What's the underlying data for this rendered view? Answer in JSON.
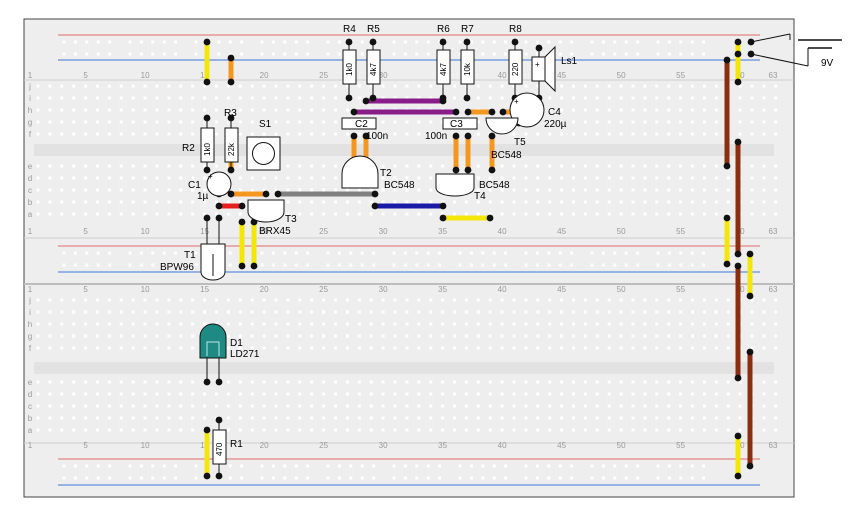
{
  "board": {
    "column_numbers": [
      "1",
      "5",
      "10",
      "15",
      "20",
      "25",
      "30",
      "35",
      "40",
      "45",
      "50",
      "55",
      "60",
      "63"
    ],
    "row_letters_top": [
      "j",
      "i",
      "h",
      "g",
      "f",
      "e",
      "d",
      "c",
      "b",
      "a"
    ],
    "row_letters_bottom": [
      "j",
      "i",
      "h",
      "g",
      "f",
      "e",
      "d",
      "c",
      "b",
      "a"
    ]
  },
  "components": {
    "r1": {
      "ref": "R1",
      "value": "470"
    },
    "r2": {
      "ref": "R2",
      "value": "1k0"
    },
    "r3": {
      "ref": "R3",
      "value": "22k"
    },
    "r4": {
      "ref": "R4",
      "value": "1k0"
    },
    "r5": {
      "ref": "R5",
      "value": "4k7"
    },
    "r6": {
      "ref": "R6",
      "value": "4k7"
    },
    "r7": {
      "ref": "R7",
      "value": "10k"
    },
    "r8": {
      "ref": "R8",
      "value": "220"
    },
    "c1": {
      "ref": "C1",
      "value": "1µ",
      "polarity": "+"
    },
    "c2": {
      "ref": "C2",
      "value": "100n"
    },
    "c3": {
      "ref": "C3",
      "value": "100n"
    },
    "c4": {
      "ref": "C4",
      "value": "220µ",
      "polarity": "+"
    },
    "s1": {
      "ref": "S1"
    },
    "t1": {
      "ref": "T1",
      "value": "BPW96"
    },
    "t2": {
      "ref": "T2",
      "value": "BC548"
    },
    "t3": {
      "ref": "T3",
      "value": "BRX45"
    },
    "t4": {
      "ref": "T4",
      "value": "BC548"
    },
    "t5": {
      "ref": "T5",
      "value": "BC548"
    },
    "d1": {
      "ref": "D1",
      "value": "LD271"
    },
    "ls1": {
      "ref": "Ls1",
      "polarity": "+"
    },
    "battery": {
      "value": "9V"
    }
  }
}
